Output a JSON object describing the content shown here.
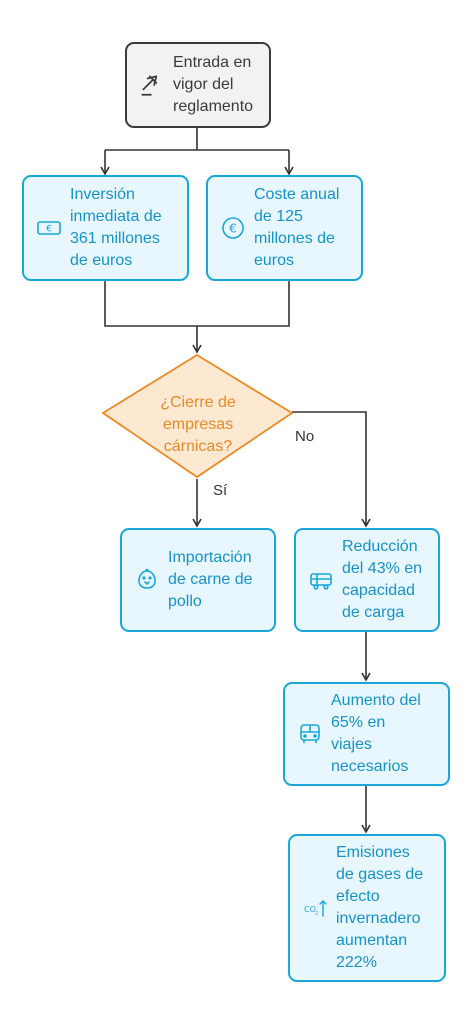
{
  "colors": {
    "blue_border": "#1aa7d8",
    "blue_fill": "#e8f7fd",
    "blue_text": "#1593c8",
    "orange": "#ea8a25",
    "orange_fill": "#fde8d2",
    "dark": "#3a3a3a",
    "gray_fill": "#f2f2f2"
  },
  "nodes": {
    "start": {
      "label": "Entrada en\nvigor del\nreglamento",
      "icon": "gavel-icon"
    },
    "investment": {
      "label": "Inversión\ninmediata de\n361 millones\nde euros",
      "icon": "banknote-euro-icon"
    },
    "annual_cost": {
      "label": "Coste anual\nde 125\nmillones de\neuros",
      "icon": "euro-coin-icon"
    },
    "decision": {
      "label": "¿Cierre de\nempresas\ncárnicas?"
    },
    "import": {
      "label": "Importación\nde carne de\npollo",
      "icon": "chicken-icon"
    },
    "reduction": {
      "label": "Reducción\ndel 43% en\ncapacidad\nde carga",
      "icon": "truck-icon"
    },
    "trips": {
      "label": "Aumento del\n65% en\nviajes\nnecesarios",
      "icon": "bus-icon"
    },
    "emissions": {
      "label": "Emisiones\nde gases de\nefecto\ninvernadero\naumentan\n222%",
      "icon": "co2-rising-icon"
    }
  },
  "edge_labels": {
    "yes": "Sí",
    "no": "No"
  }
}
